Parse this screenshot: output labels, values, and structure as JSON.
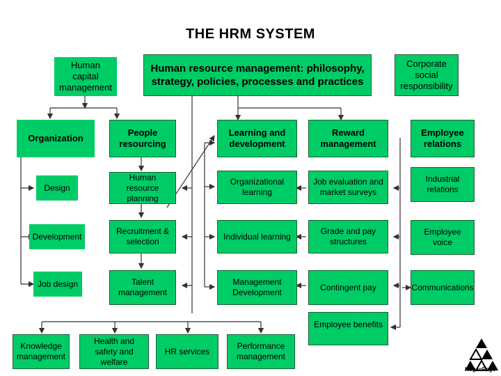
{
  "title": "THE HRM SYSTEM",
  "top": {
    "hcm": "Human capital management",
    "hrm": "Human resource management: philosophy, strategy, policies, processes and practices",
    "csr": "Corporate social responsibility"
  },
  "columns": {
    "organization": {
      "head": "Organization",
      "items": [
        "Design",
        "Development",
        "Job design"
      ]
    },
    "people": {
      "head": "People resourcing",
      "items": [
        "Human resource planning",
        "Recruitment & selection",
        "Talent management"
      ]
    },
    "learning": {
      "head": "Learning and development",
      "items": [
        "Organizational learning",
        "Individual learning",
        "Management Development"
      ]
    },
    "reward": {
      "head": "Reward management",
      "items": [
        "Job evaluation and market surveys",
        "Grade and pay structures",
        "Contingent pay",
        "Employee benefits"
      ]
    },
    "relations": {
      "head": "Employee relations",
      "items": [
        "Industrial relations",
        "Employee voice",
        "Communications"
      ]
    }
  },
  "bottom": [
    "Knowledge management",
    "Health and safety and welfare",
    "HR services",
    "Performance management"
  ],
  "logo_text": "KoganPage",
  "colors": {
    "box_fill": "#00cc66",
    "box_border": "#1f5f33",
    "line": "#333333"
  }
}
